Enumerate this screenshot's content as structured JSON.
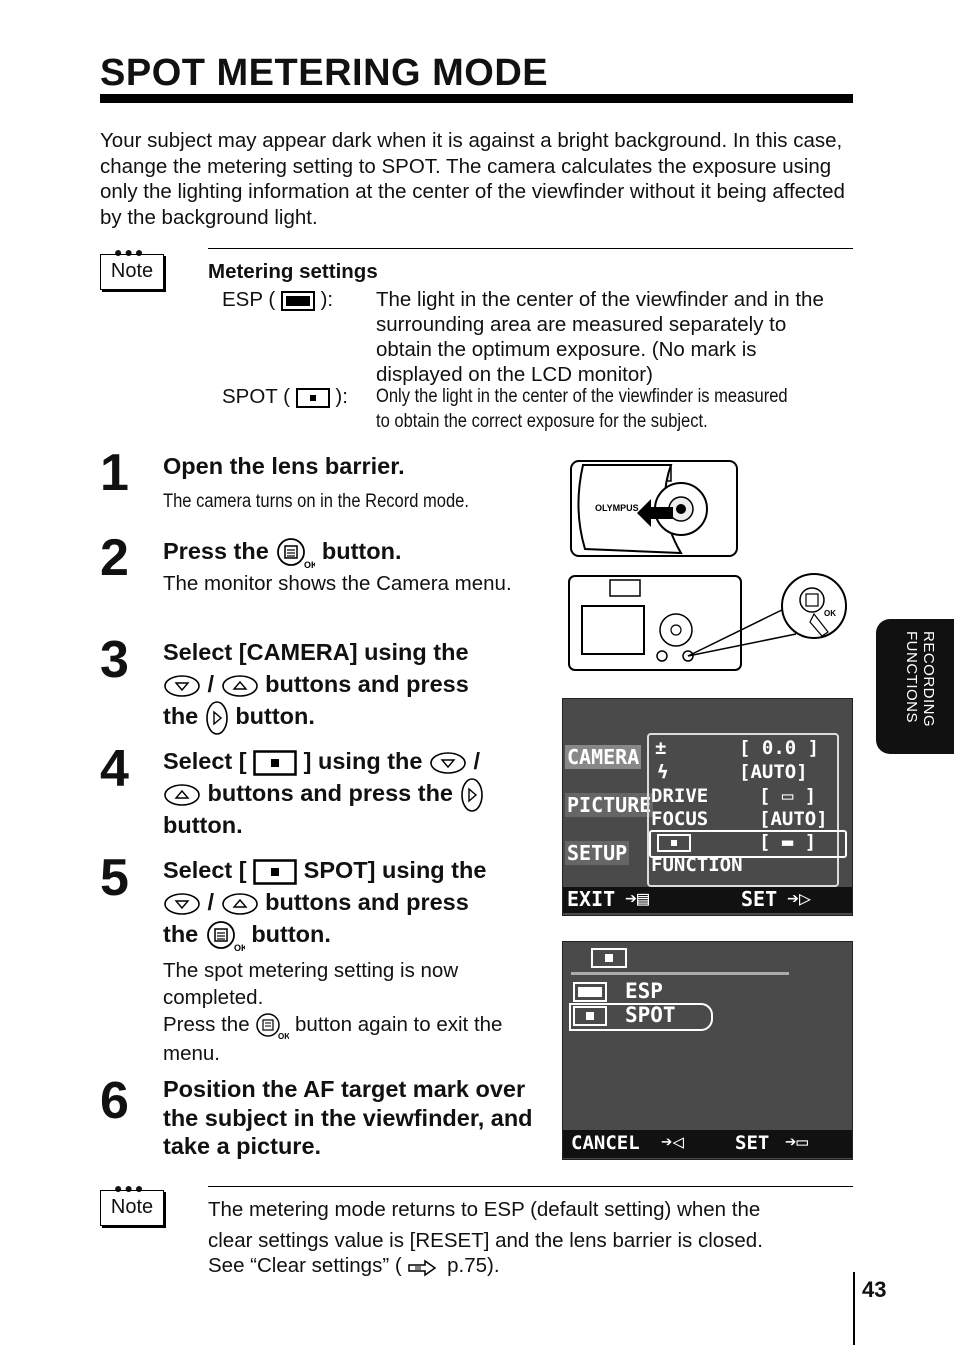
{
  "title": "SPOT METERING MODE",
  "intro": "Your subject may appear dark when it is against a bright background. In this case, change the metering setting to SPOT. The camera calculates the exposure using only the lighting information at the center of the viewfinder without it being affected by the background light.",
  "note_label": "Note",
  "note1": {
    "heading": "Metering settings",
    "esp_label_a": "ESP (",
    "esp_label_b": "):",
    "esp_text": "The light in the center of the viewfinder and in the surrounding area are measured separately to obtain the optimum exposure. (No mark is displayed on the LCD monitor)",
    "spot_label_a": "SPOT (",
    "spot_label_b": "):",
    "spot_text_1": "Only the light in the center of the viewfinder is measured",
    "spot_text_2": "to obtain the correct exposure for the subject."
  },
  "steps": [
    {
      "num": "1",
      "heading": "Open the lens barrier.",
      "body": "The camera turns on in the Record mode."
    },
    {
      "num": "2",
      "heading_a": "Press the",
      "heading_b": "button.",
      "body": "The monitor shows the Camera menu."
    },
    {
      "num": "3",
      "line1": "Select [CAMERA] using the",
      "line2_b": "buttons and press",
      "line3_a": "the",
      "line3_b": "button."
    },
    {
      "num": "4",
      "line1_a": "Select [",
      "line1_b": "] using the",
      "line2": "buttons and press the",
      "line3": "button."
    },
    {
      "num": "5",
      "line1_a": "Select [",
      "line1_b": "SPOT] using the",
      "line2_b": "buttons and press",
      "line3_a": "the",
      "line3_b": "button.",
      "body1": "The spot metering setting is now completed.",
      "body2_a": "Press the",
      "body2_b": "button again to exit the menu."
    },
    {
      "num": "6",
      "heading": "Position the AF target mark over the subject in the viewfinder, and take a picture."
    }
  ],
  "slash": "/",
  "camera_brand": "OLYMPUS",
  "ok_mark": "OK",
  "lcd1": {
    "tabs": [
      "CAMERA",
      "PICTURE",
      "SETUP"
    ],
    "rows": [
      {
        "label": "",
        "value": "[ 0.0 ]"
      },
      {
        "label": "",
        "value": "[AUTO]"
      },
      {
        "label": "DRIVE",
        "value": "[ ▭ ]"
      },
      {
        "label": "FOCUS",
        "value": "[AUTO]"
      },
      {
        "label": "",
        "value": "[ ▬ ]"
      },
      {
        "label": "FUNCTION",
        "value": ""
      }
    ],
    "exit": "EXIT",
    "set": "SET"
  },
  "lcd2": {
    "options": [
      "ESP",
      "SPOT"
    ],
    "cancel": "CANCEL",
    "set": "SET"
  },
  "note2": {
    "line1": "The metering mode returns to ESP (default setting) when the",
    "line2": "clear settings value is [RESET] and the lens barrier is closed.",
    "line3_a": "See “Clear settings” (",
    "line3_b": "p.75)."
  },
  "side_tab": "RECORDING FUNCTIONS",
  "page_number": "43"
}
